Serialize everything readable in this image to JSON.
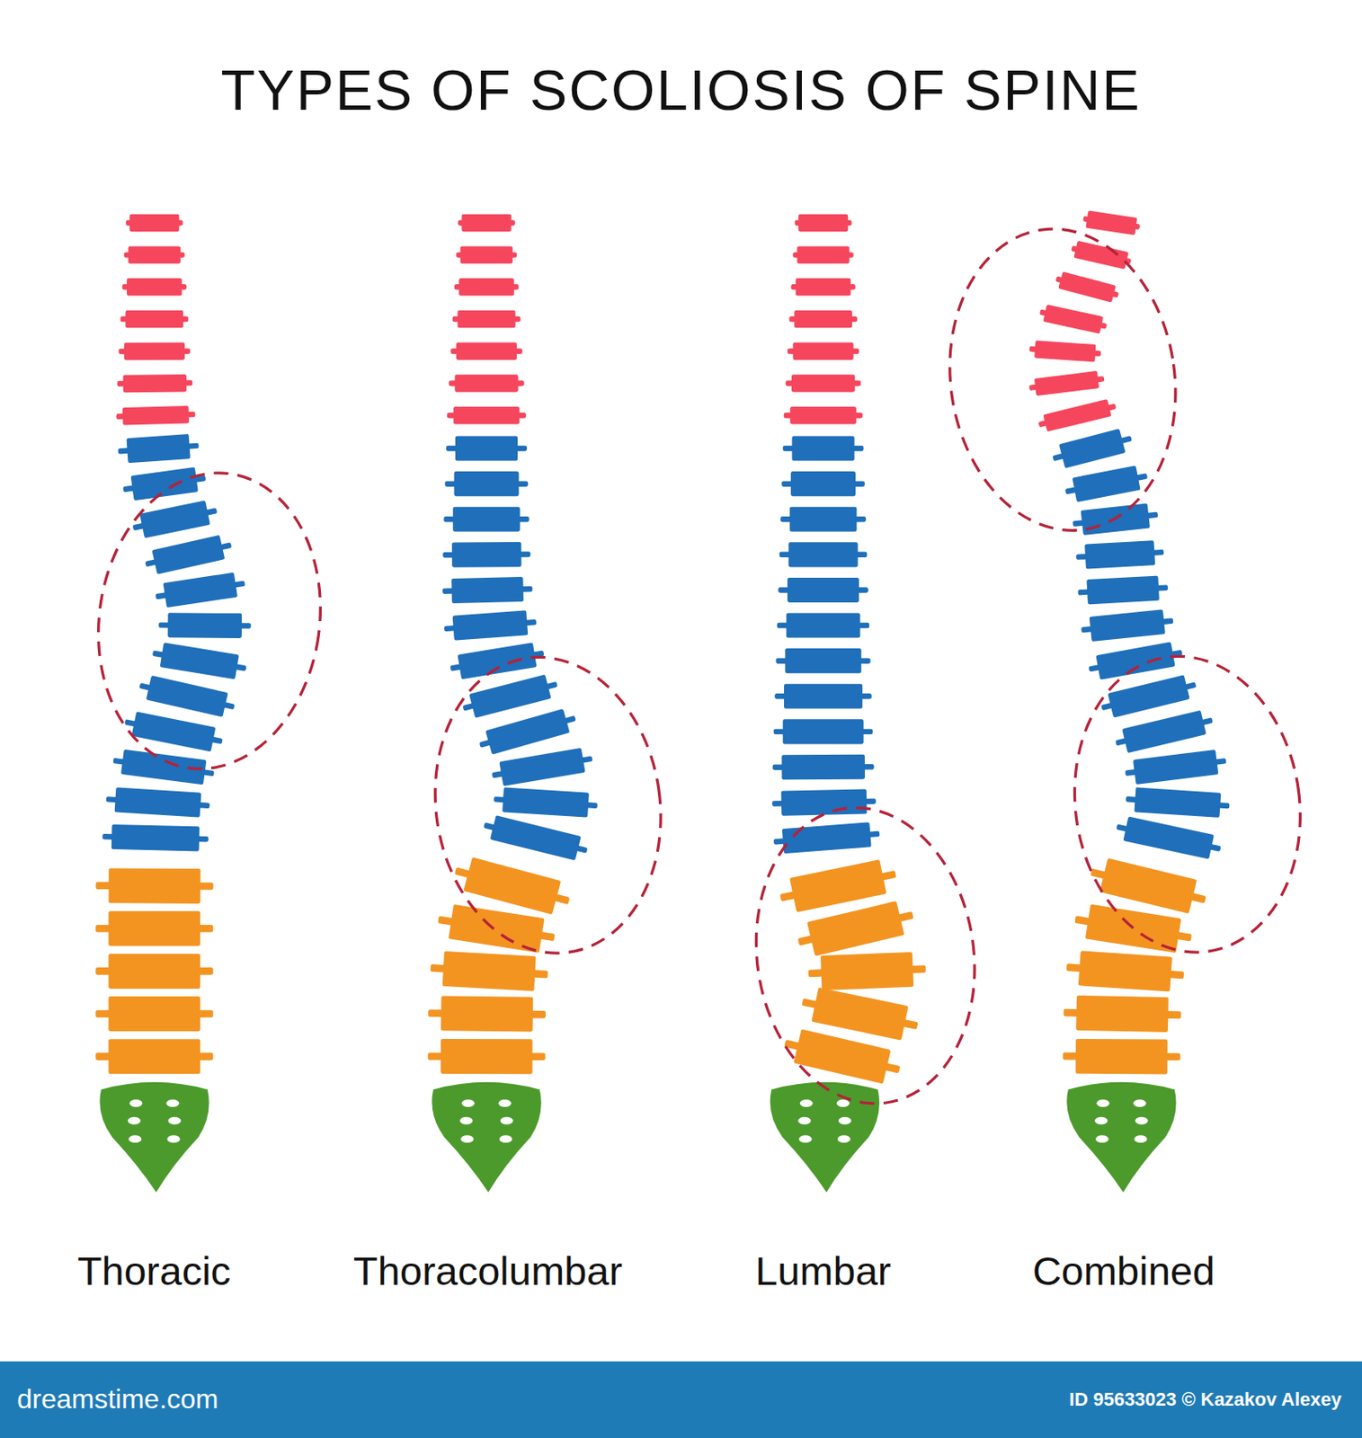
{
  "diagram": {
    "title": "TYPES OF SCOLIOSIS OF SPINE",
    "labels": [
      "Thoracic",
      "Thoracolumbar",
      "Lumbar",
      "Combined",
      "dreamstime.com",
      "ID 95633023 © Kazakov Alexey"
    ]
  }
}
